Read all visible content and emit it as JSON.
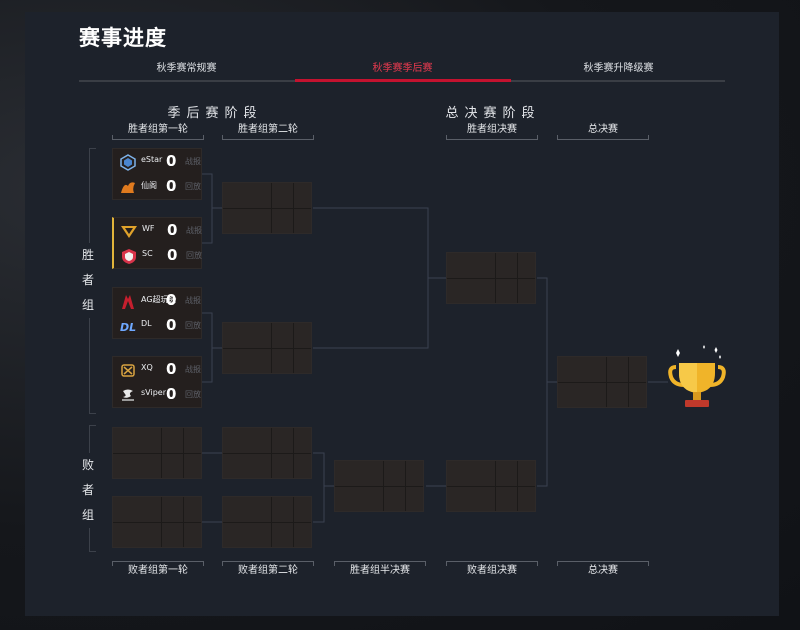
{
  "page": {
    "title": "赛事进度"
  },
  "tabs": [
    {
      "label": "秋季赛常规赛",
      "active": false
    },
    {
      "label": "秋季赛季后赛",
      "active": true
    },
    {
      "label": "秋季赛升降级赛",
      "active": false
    }
  ],
  "stages": {
    "playoffs": "季后赛阶段",
    "finals": "总决赛阶段"
  },
  "columns_top": [
    "胜者组第一轮",
    "胜者组第二轮",
    "胜者组决赛",
    "总决赛"
  ],
  "columns_bottom": [
    "败者组第一轮",
    "败者组第二轮",
    "胜者组半决赛",
    "败者组决赛",
    "总决赛"
  ],
  "groups": {
    "winners": "胜者组",
    "losers": "败者组"
  },
  "matches": [
    {
      "team1": {
        "name": "eStar",
        "score": "0",
        "link": "战报"
      },
      "team2": {
        "name": "仙阁",
        "score": "0",
        "link": "回放"
      }
    },
    {
      "team1": {
        "name": "WF",
        "score": "0",
        "link": "战报"
      },
      "team2": {
        "name": "SC",
        "score": "0",
        "link": "回放"
      }
    },
    {
      "team1": {
        "name": "AG超玩会",
        "score": "0",
        "link": "战报"
      },
      "team2": {
        "name": "DL",
        "score": "0",
        "link": "回放"
      }
    },
    {
      "team1": {
        "name": "XQ",
        "score": "0",
        "link": "战报"
      },
      "team2": {
        "name": "sViper",
        "score": "0",
        "link": "回放"
      }
    }
  ],
  "colors": {
    "accent": "#c4122f",
    "accent_text": "#e83a4f",
    "trophy": "#f0b429",
    "highlight": "#e2b43a"
  },
  "icons": [
    "estar-logo",
    "xiange-logo",
    "wf-logo",
    "sc-logo",
    "ag-logo",
    "dl-logo",
    "xq-logo",
    "sviper-logo",
    "trophy-icon"
  ]
}
